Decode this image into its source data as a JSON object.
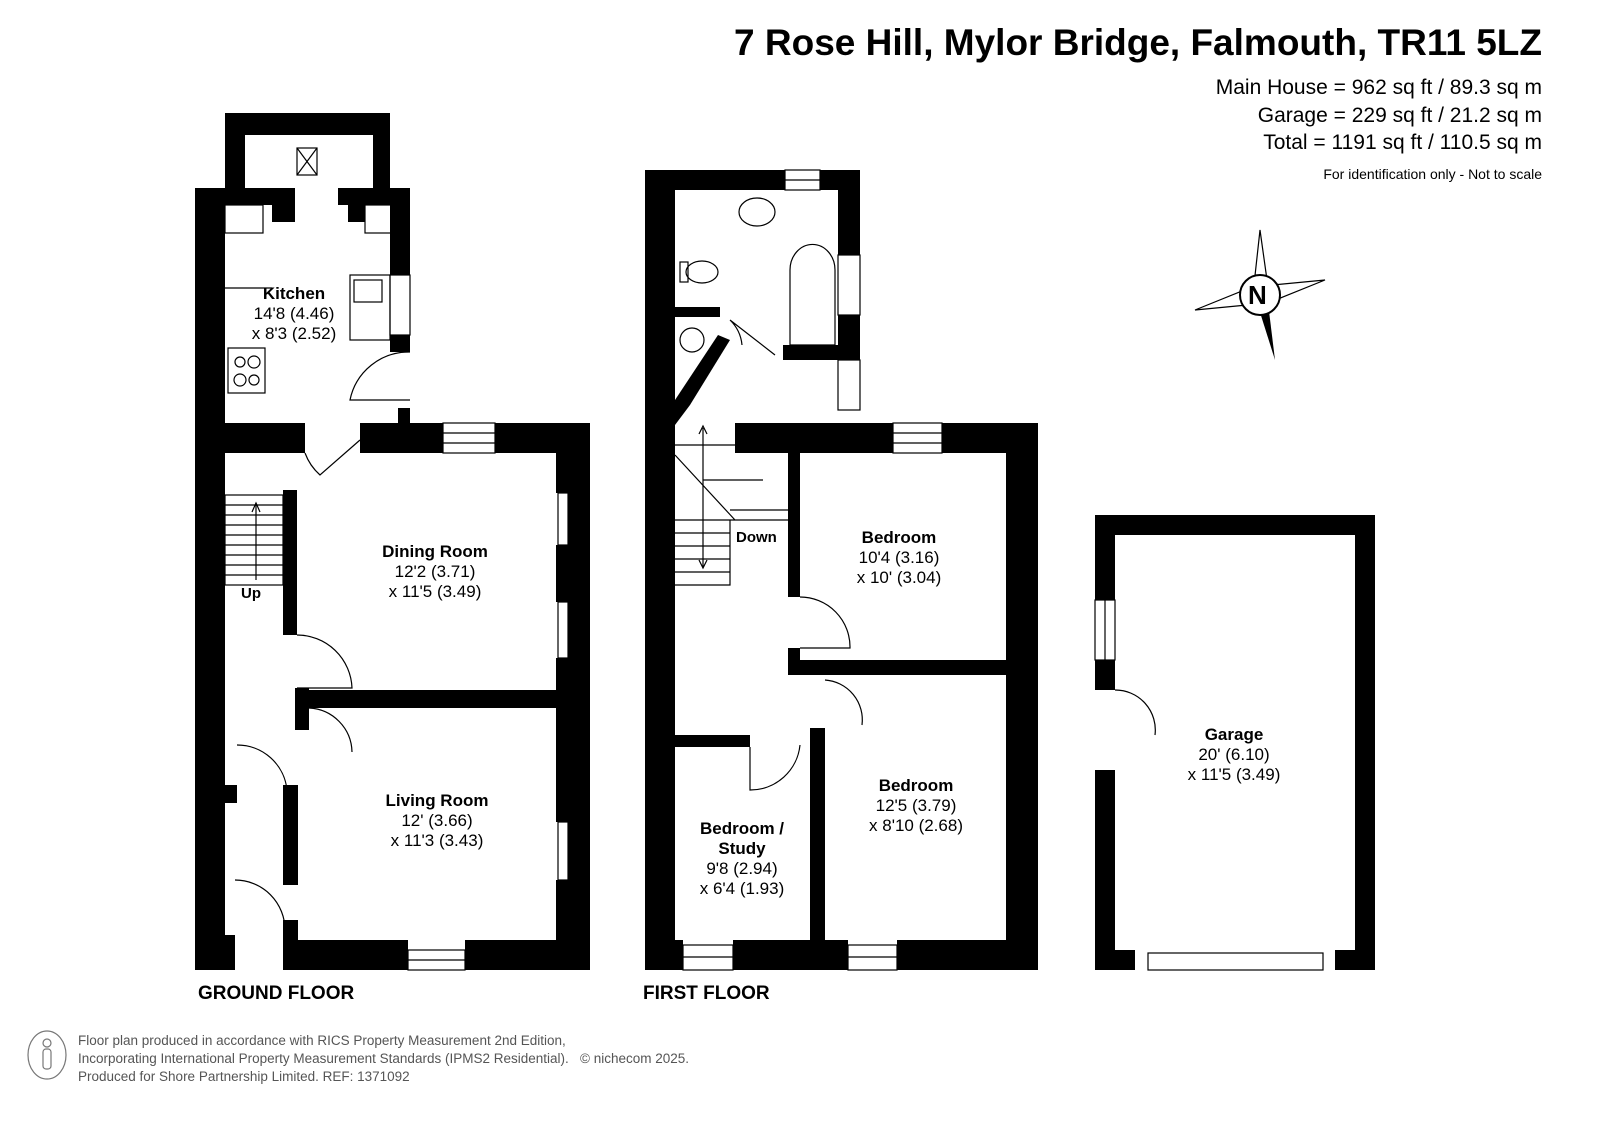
{
  "header": {
    "title": "7 Rose Hill, Mylor Bridge, Falmouth, TR11 5LZ",
    "areas": [
      "Main House = 962 sq ft / 89.3 sq m",
      "Garage = 229 sq ft / 21.2 sq m",
      "Total = 1191 sq ft / 110.5 sq m"
    ],
    "note": "For identification only - Not to scale"
  },
  "compass": {
    "label": "N",
    "icon": "compass-icon"
  },
  "floors": {
    "ground": {
      "label": "GROUND FLOOR",
      "stair_label": "Up",
      "rooms": [
        {
          "name": "Kitchen",
          "dim1": "14'8 (4.46)",
          "dim2": "x 8'3 (2.52)"
        },
        {
          "name": "Dining Room",
          "dim1": "12'2 (3.71)",
          "dim2": "x 11'5 (3.49)"
        },
        {
          "name": "Living Room",
          "dim1": "12' (3.66)",
          "dim2": "x 11'3 (3.43)"
        }
      ]
    },
    "first": {
      "label": "FIRST FLOOR",
      "stair_label": "Down",
      "rooms": [
        {
          "name": "Bedroom",
          "dim1": "10'4 (3.16)",
          "dim2": "x 10' (3.04)"
        },
        {
          "name": "Bedroom",
          "dim1": "12'5 (3.79)",
          "dim2": "x 8'10 (2.68)"
        },
        {
          "name": "Bedroom / Study",
          "dim1": "9'8 (2.94)",
          "dim2": "x 6'4 (1.93)"
        }
      ]
    },
    "garage": {
      "rooms": [
        {
          "name": "Garage",
          "dim1": "20' (6.10)",
          "dim2": "x 11'5 (3.49)"
        }
      ]
    }
  },
  "footer": {
    "lines": [
      "Floor plan produced in accordance with RICS Property Measurement 2nd Edition,",
      "Incorporating International Property Measurement Standards (IPMS2 Residential).",
      "Produced for Shore Partnership Limited.   REF: 1371092"
    ],
    "copyright": "© nichecom 2025."
  }
}
